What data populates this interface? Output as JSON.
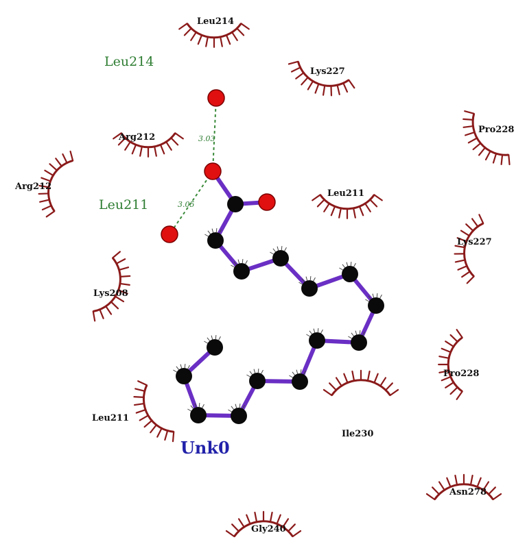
{
  "ligand": {
    "name": "Unk0",
    "atom_labels": [
      "O",
      "C",
      "O",
      "C",
      "C",
      "C",
      "C",
      "C",
      "C",
      "C",
      "C",
      "C",
      "C",
      "C",
      "C"
    ]
  },
  "hbond_residues": [
    {
      "name": "Leu214",
      "color": "#2e7d32"
    },
    {
      "name": "Leu211",
      "color": "#2e7d32"
    }
  ],
  "hbond_distances": [
    "3.03",
    "3.05"
  ],
  "hydrophobic_residues": [
    {
      "name": "Leu214"
    },
    {
      "name": "Lys227"
    },
    {
      "name": "Pro228"
    },
    {
      "name": "Arg212"
    },
    {
      "name": "Arg212"
    },
    {
      "name": "Leu211"
    },
    {
      "name": "Lys227"
    },
    {
      "name": "Lys208"
    },
    {
      "name": "Pro228"
    },
    {
      "name": "Ile230"
    },
    {
      "name": "Leu211"
    },
    {
      "name": "Asn278"
    },
    {
      "name": "Gly240"
    }
  ],
  "colors": {
    "bond": "#6a2fc4",
    "carbon": "#0a0a0a",
    "oxygen": "#e01010",
    "hydrophobic_arc": "#8b1a1a",
    "hbond_line": "#3a8a3a",
    "ligand_label": "#2222aa"
  }
}
